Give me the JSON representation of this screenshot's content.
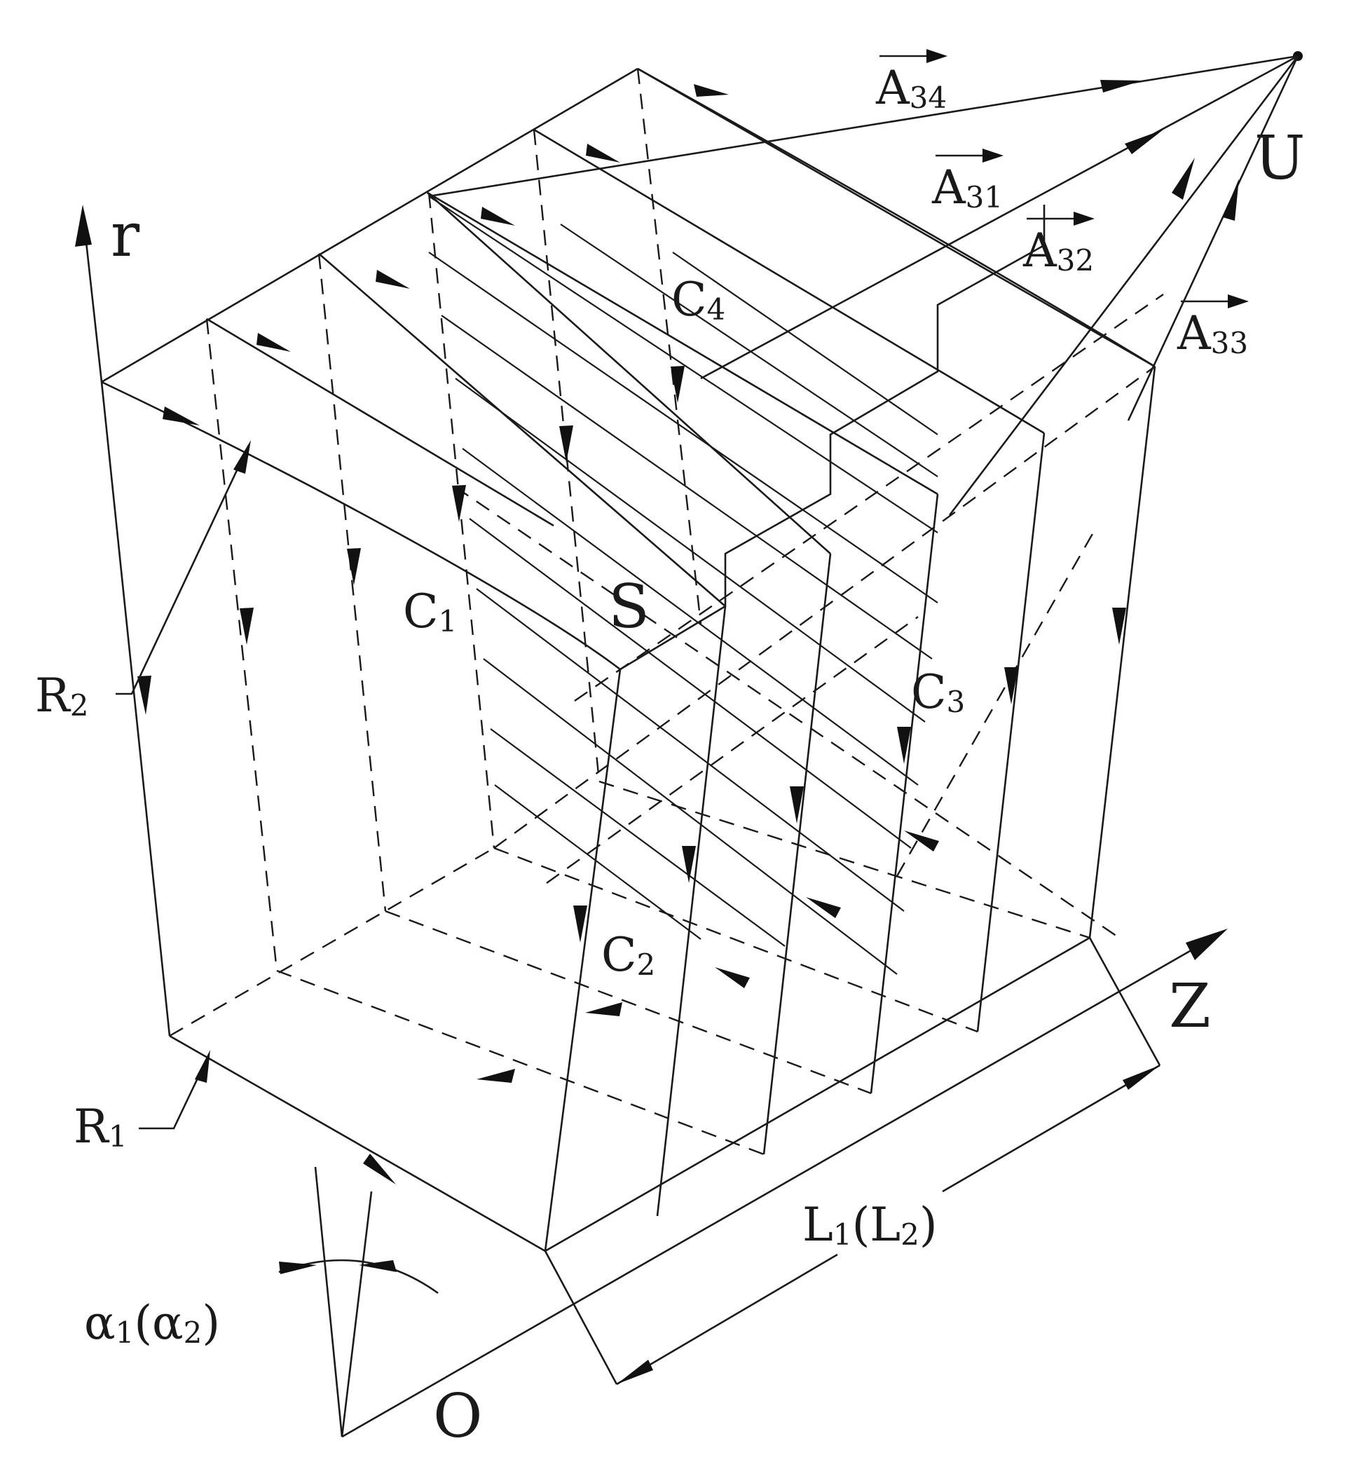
{
  "labels": {
    "r": "r",
    "z": "Z",
    "o": "O",
    "u": "U",
    "s": "S",
    "c1_main": "C",
    "c1_sub": "1",
    "c2_main": "C",
    "c2_sub": "2",
    "c3_main": "C",
    "c3_sub": "3",
    "c4_main": "C",
    "c4_sub": "4",
    "r1_main": "R",
    "r1_sub": "1",
    "r2_main": "R",
    "r2_sub": "2",
    "a31_main": "A",
    "a31_sub": "31",
    "a32_main": "A",
    "a32_sub": "32",
    "a33_main": "A",
    "a33_sub": "33",
    "a34_main": "A",
    "a34_sub": "34",
    "l_main": "L",
    "l_sub": "1",
    "l_paren_open": "(L",
    "l_sub2": "2",
    "l_paren_close": ")",
    "alpha_main": "α",
    "alpha_sub": "1",
    "alpha_paren_open": "(α",
    "alpha_sub2": "2",
    "alpha_paren_close": ")"
  },
  "colors": {
    "ink": "#1a1a1a",
    "background": "#ffffff"
  }
}
